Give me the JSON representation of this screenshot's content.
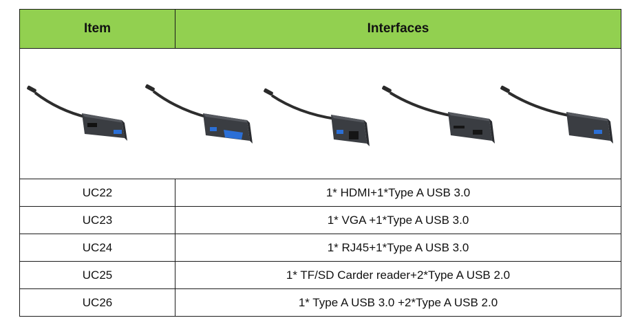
{
  "table": {
    "headers": {
      "item": "Item",
      "interfaces": "Interfaces"
    },
    "products": [
      {
        "icon": "usb-c-adapter-hdmi-usb-icon"
      },
      {
        "icon": "usb-c-adapter-vga-usb-icon"
      },
      {
        "icon": "usb-c-adapter-rj45-usb-icon"
      },
      {
        "icon": "usb-c-adapter-cardreader-usb-icon"
      },
      {
        "icon": "usb-c-adapter-usb-hub-icon"
      }
    ],
    "rows": [
      {
        "item": "UC22",
        "interfaces": "1* HDMI+1*Type A USB 3.0"
      },
      {
        "item": "UC23",
        "interfaces": "1* VGA +1*Type A USB 3.0"
      },
      {
        "item": "UC24",
        "interfaces": "1* RJ45+1*Type A USB 3.0"
      },
      {
        "item": "UC25",
        "interfaces": "1* TF/SD Carder reader+2*Type A USB 2.0"
      },
      {
        "item": "UC26",
        "interfaces": "1* Type A USB 3.0 +2*Type A USB 2.0"
      }
    ]
  },
  "colors": {
    "header_bg": "#92d050",
    "border": "#1a1a1a",
    "adapter_body": "#3a3d42",
    "usb_blue": "#2b6fd6"
  }
}
